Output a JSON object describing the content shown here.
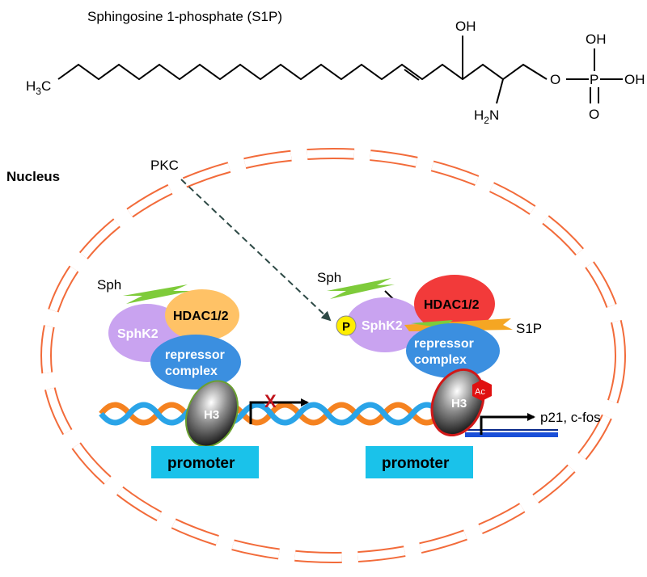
{
  "molecule": {
    "title": "Sphingosine 1-phosphate (S1P)",
    "methyl": "H",
    "methyl_sub": "3",
    "methyl_c": "C",
    "oh_top": "OH",
    "amine_h": "H",
    "amine_sub": "2",
    "amine_n": "N",
    "ester_o": "O",
    "phosphorus": "P",
    "p_oh_top": "OH",
    "p_oh_right": "OH",
    "p_o_bottom": "O"
  },
  "nucleus": {
    "label": "Nucleus",
    "pkc": "PKC"
  },
  "left_complex": {
    "sph": "Sph",
    "hdac": "HDAC1/2",
    "sphk2": "SphK2",
    "repressor_line1": "repressor",
    "repressor_line2": "complex",
    "histone": "H3",
    "blocked_mark": "X",
    "promoter": "promoter"
  },
  "right_complex": {
    "sph": "Sph",
    "phospho": "P",
    "hdac": "HDAC1/2",
    "sphk2": "SphK2",
    "s1p": "S1P",
    "repressor_line1": "repressor",
    "repressor_line2": "complex",
    "histone": "H3",
    "acetyl": "Ac",
    "genes": "p21, c-fos",
    "promoter": "promoter"
  },
  "colors": {
    "membrane": "#f26b3a",
    "sphk2": "#c9a3f0",
    "hdac_left": "#ffc266",
    "hdac_right": "#f23a3a",
    "repressor": "#3b8fe0",
    "promoter": "#1ac2ea",
    "sph": "#7ecb3a",
    "phospho": "#ffee00",
    "acetyl": "#e01010",
    "dna_orange": "#f58220",
    "dna_blue": "#2aa4e8"
  }
}
